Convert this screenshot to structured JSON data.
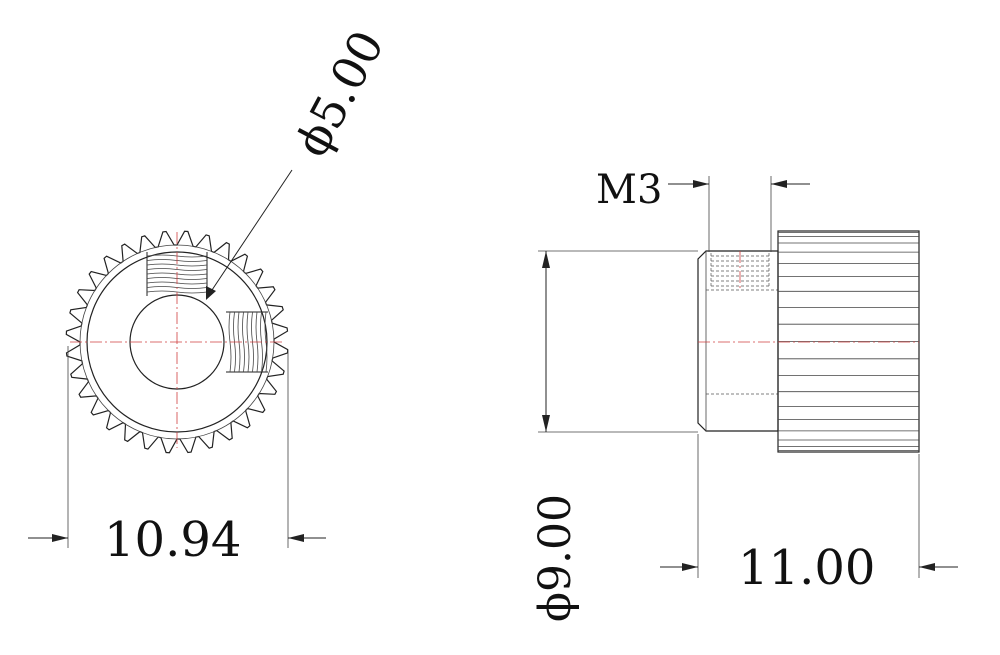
{
  "dimensions": {
    "bore": "ϕ5.00",
    "width": "10.94",
    "thread": "M3",
    "hub_diameter": "ϕ9.00",
    "length": "11.00"
  },
  "gear": {
    "teeth": 32
  },
  "colors": {
    "line": "#222222",
    "centerline": "#d04040",
    "background": "#ffffff"
  }
}
